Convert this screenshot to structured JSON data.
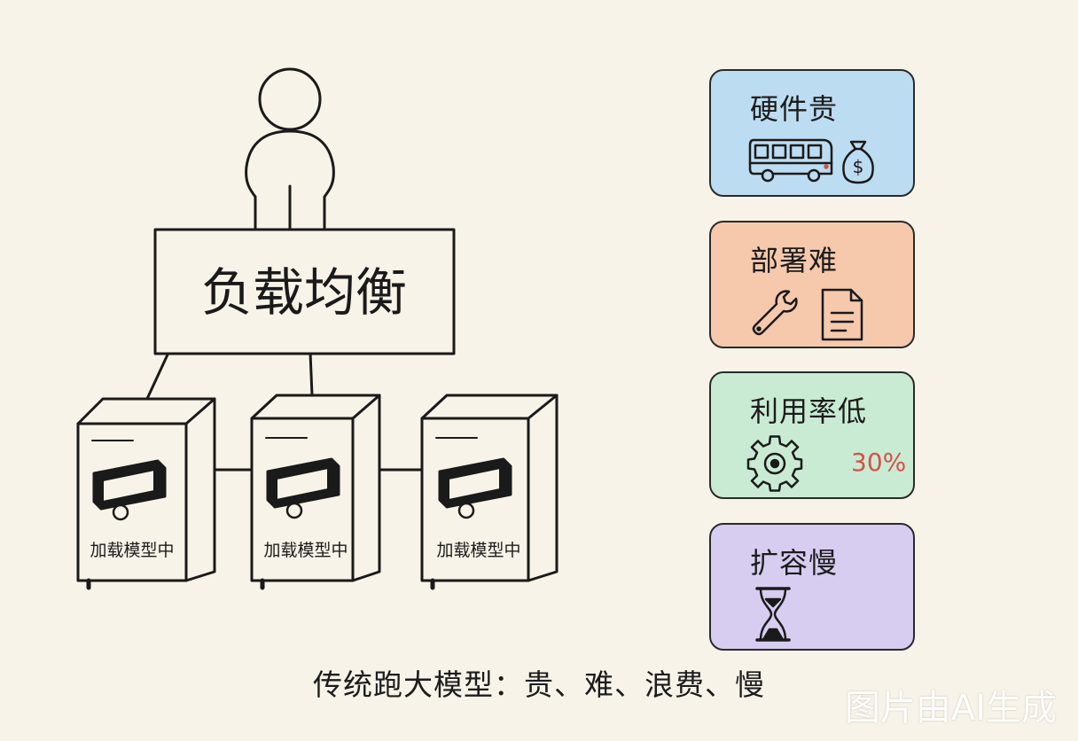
{
  "diagram": {
    "balancer_label": "负载均衡",
    "servers": [
      {
        "label": "加载模型中"
      },
      {
        "label": "加载模型中"
      },
      {
        "label": "加载模型中"
      }
    ]
  },
  "cards": [
    {
      "title": "硬件贵",
      "color": "#bcdcf2",
      "icons": [
        "bus-icon",
        "money-bag-icon"
      ]
    },
    {
      "title": "部署难",
      "color": "#f6c9ac",
      "icons": [
        "wrench-icon",
        "document-icon"
      ]
    },
    {
      "title": "利用率低",
      "color": "#c9ebd3",
      "icons": [
        "gear-icon"
      ],
      "value": "30%"
    },
    {
      "title": "扩容慢",
      "color": "#d6cdf1",
      "icons": [
        "hourglass-icon"
      ]
    }
  ],
  "caption": "传统跑大模型：贵、难、浪费、慢",
  "watermark": "图片由AI生成"
}
